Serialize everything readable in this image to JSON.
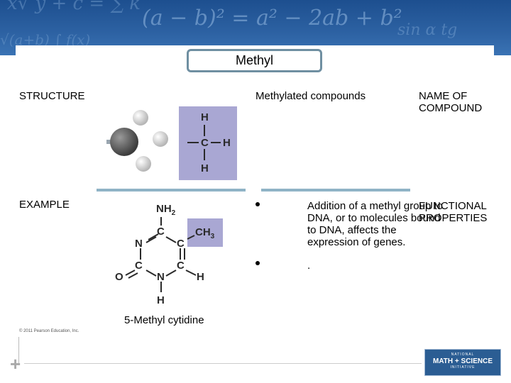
{
  "slide": {
    "title": "Methyl",
    "equation": "(a − b)² = a² − 2ab + b²",
    "headers": {
      "structure": "STRUCTURE",
      "methylated": "Methylated compounds",
      "name_of_compound": "NAME OF COMPOUND",
      "example": "EXAMPLE",
      "functional_properties": "FUNCTIONAL PROPERTIES"
    },
    "methyl_formula": {
      "top_h": "H",
      "carbon": "C",
      "right_h": "H",
      "bottom_h": "H"
    },
    "cytidine": {
      "nh2": "NH",
      "nh2_sub": "2",
      "ch3": "CH",
      "ch3_sub": "3",
      "atoms": [
        "C",
        "N",
        "C",
        "C",
        "N",
        "C",
        "O",
        "H",
        "H"
      ],
      "caption": "5-Methyl cytidine"
    },
    "bullets": [
      "Addition of a methyl group to DNA, or to molecules bound to DNA, affects the expression of genes.",
      "."
    ],
    "copyright": "© 2011 Pearson Education, Inc.",
    "logo": {
      "line1": "NATIONAL",
      "line2": "MATH + SCIENCE",
      "line3": "INITIATIVE"
    }
  },
  "colors": {
    "banner": "#2d62a3",
    "lavender": "#a9a7d3",
    "divider": "#8fb3c6",
    "title_border": "#6f8fa1"
  }
}
